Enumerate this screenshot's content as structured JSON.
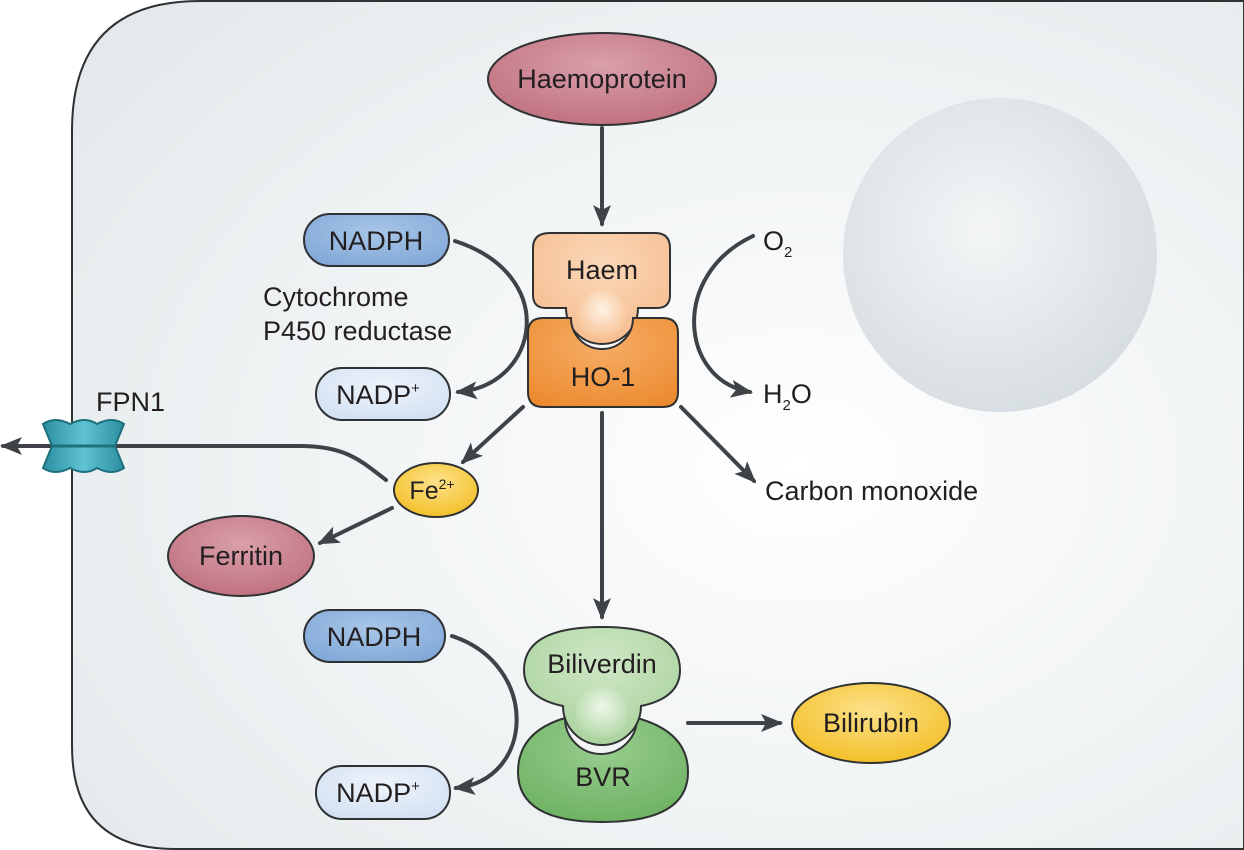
{
  "nodes": {
    "haemoprotein": "Haemoprotein",
    "haem": "Haem",
    "ho1": "HO-1",
    "nadph_top": "NADPH",
    "nadp_top": "NADP",
    "nadp_top_sup": "+",
    "reductase_line1": "Cytochrome",
    "reductase_line2": "P450 reductase",
    "o2": "O",
    "o2_sub": "2",
    "h2o_h": "H",
    "h2o_sub": "2",
    "h2o_o": "O",
    "fpn1": "FPN1",
    "fe": "Fe",
    "fe_sup": "2+",
    "ferritin": "Ferritin",
    "carbon_monoxide": "Carbon monoxide",
    "nadph_bottom": "NADPH",
    "nadp_bottom": "NADP",
    "nadp_bottom_sup": "+",
    "biliverdin": "Biliverdin",
    "bvr": "BVR",
    "bilirubin": "Bilirubin"
  },
  "colors": {
    "haemoprotein": "#c97b88",
    "haem": "#f8c9a0",
    "ho1": "#f0973e",
    "nadph": "#8eb4de",
    "nadp": "#dbe7f6",
    "fe": "#f8cd3c",
    "biliverdin": "#b9dcae",
    "bvr": "#7dbf72",
    "bilirubin": "#f8cd3c",
    "fpn1": "#3aa7ba",
    "arrow": "#3f4347"
  }
}
